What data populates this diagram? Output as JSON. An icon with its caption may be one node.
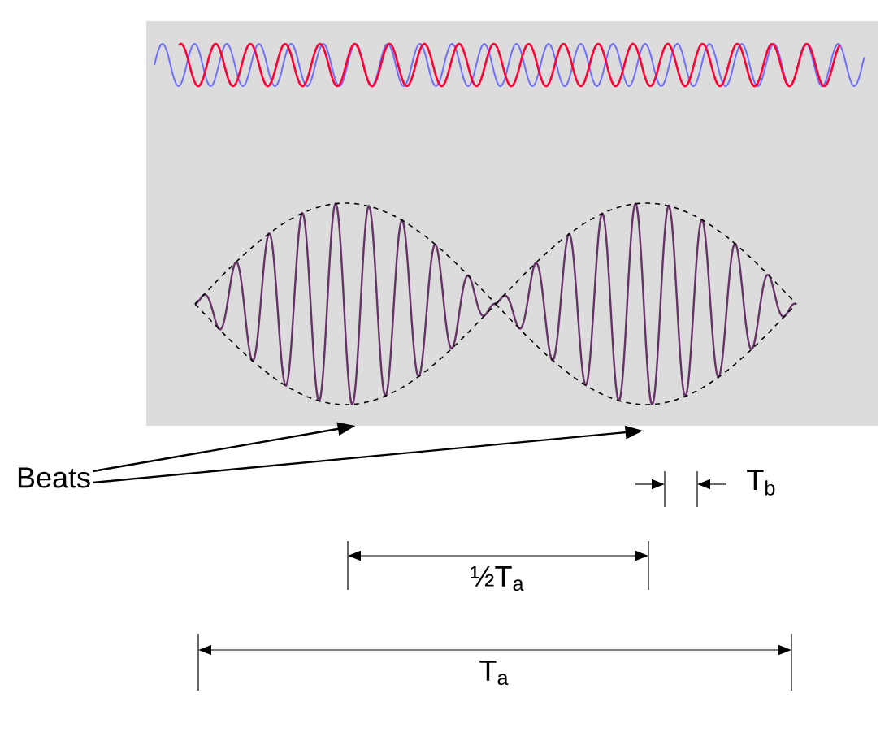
{
  "diagram": {
    "nodes": [
      {
        "text": [
          "Beats"
        ]
      },
      {
        "text": [],
        "shape": "picture"
      },
      {
        "text": [],
        "shape": "picture"
      }
    ],
    "edges": [
      {
        "from": 0,
        "to": 1,
        "arrow": "to"
      },
      {
        "from": 0,
        "to": 2,
        "arrow": "to"
      }
    ],
    "labels": [
      "T$_{b}$",
      "½T$_{a}$",
      "T$_{a}$"
    ]
  }
}
